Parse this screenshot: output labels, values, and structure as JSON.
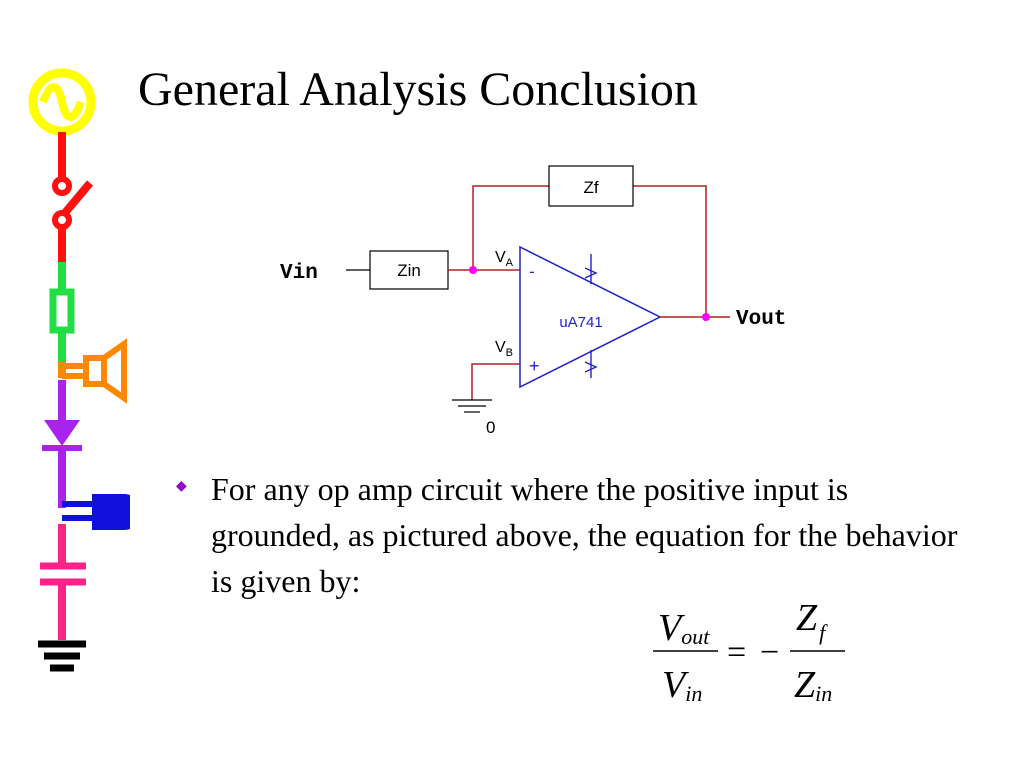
{
  "slide": {
    "title": "General Analysis Conclusion",
    "bullet": "For any op amp circuit where the positive input is grounded, as pictured above, the equation for the behavior is given by:"
  },
  "circuit": {
    "vin_label": "Vin",
    "vout_label": "Vout",
    "zin_label": "Zin",
    "zf_label": "Zf",
    "opamp_label": "uA741",
    "node_a_label": "V",
    "node_a_sub": "A",
    "node_b_label": "V",
    "node_b_sub": "B",
    "minus_sign": "-",
    "plus_sign": "+",
    "ground_label": "0"
  },
  "equation": {
    "lhs_num": "V",
    "lhs_num_sub": "out",
    "lhs_den": "V",
    "lhs_den_sub": "in",
    "equals": "=",
    "minus": "−",
    "rhs_num": "Z",
    "rhs_num_sub": "f",
    "rhs_den": "Z",
    "rhs_den_sub": "in"
  },
  "colors": {
    "wire": "#b02020",
    "opamp": "#2222cc",
    "node_dot": "#ff00ff",
    "bullet": "#9900cc"
  }
}
